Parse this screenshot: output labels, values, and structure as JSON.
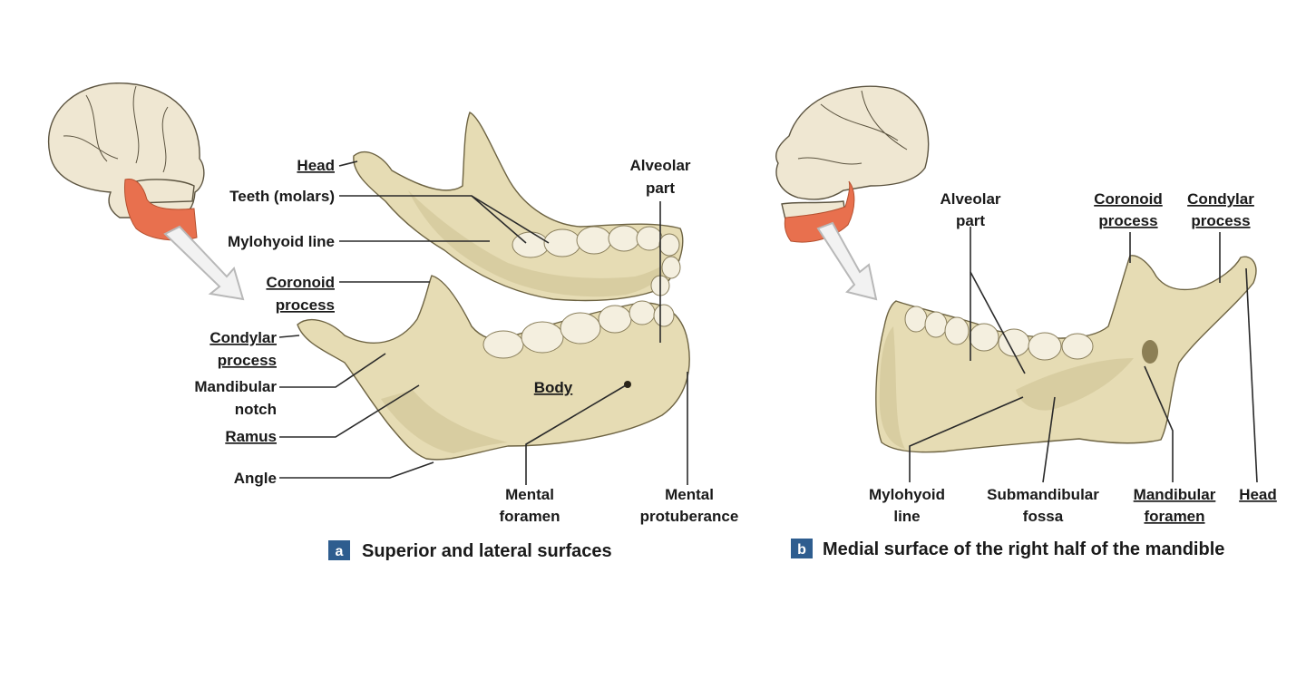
{
  "panel_a": {
    "badge": "a",
    "caption": "Superior and lateral surfaces",
    "labels": {
      "head": "Head",
      "teeth": "Teeth (molars)",
      "mylohyoid": "Mylohyoid line",
      "coronoid_1": "Coronoid",
      "coronoid_2": "process",
      "condylar_1": "Condylar",
      "condylar_2": "process",
      "notch_1": "Mandibular",
      "notch_2": "notch",
      "ramus": "Ramus",
      "angle": "Angle",
      "alveolar_1": "Alveolar",
      "alveolar_2": "part",
      "body": "Body",
      "mental_foramen_1": "Mental",
      "mental_foramen_2": "foramen",
      "mental_prot_1": "Mental",
      "mental_prot_2": "protuberance"
    }
  },
  "panel_b": {
    "badge": "b",
    "caption": "Medial surface of the right half of the mandible",
    "labels": {
      "alveolar_1": "Alveolar",
      "alveolar_2": "part",
      "coronoid_1": "Coronoid",
      "coronoid_2": "process",
      "condylar_1": "Condylar",
      "condylar_2": "process",
      "mylohyoid_1": "Mylohyoid",
      "mylohyoid_2": "line",
      "submandibular_1": "Submandibular",
      "submandibular_2": "fossa",
      "mand_foramen_1": "Mandibular",
      "mand_foramen_2": "foramen",
      "head": "Head"
    }
  },
  "colors": {
    "bone": "#e6dcb4",
    "highlight": "#e8704e",
    "badge": "#2e5d8f"
  }
}
